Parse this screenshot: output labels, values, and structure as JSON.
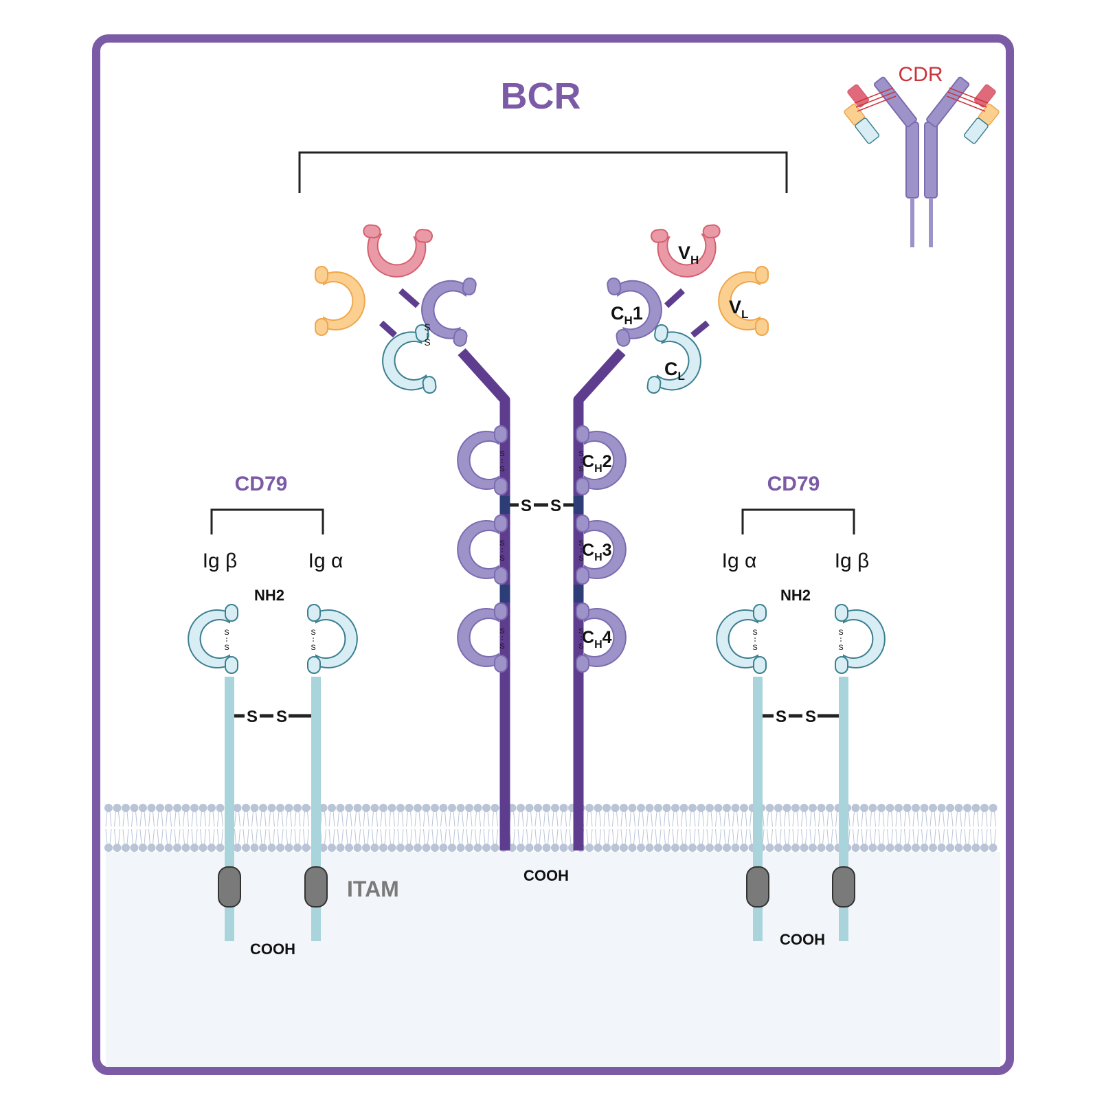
{
  "title": "BCR",
  "inset": {
    "label": "CDR"
  },
  "domains": {
    "vh": {
      "main": "V",
      "sub": "H"
    },
    "vl": {
      "main": "V",
      "sub": "L"
    },
    "ch1": {
      "main": "C",
      "sub": "H",
      "num": "1"
    },
    "cl": {
      "main": "C",
      "sub": "L"
    },
    "ch2": {
      "main": "C",
      "sub": "H",
      "num": "2"
    },
    "ch3": {
      "main": "C",
      "sub": "H",
      "num": "3"
    },
    "ch4": {
      "main": "C",
      "sub": "H",
      "num": "4"
    }
  },
  "disulfide": {
    "s1": "S",
    "s2": "S",
    "small": "S"
  },
  "cd79_left": {
    "title": "CD79",
    "chain1": "Ig β",
    "chain2": "Ig α",
    "nterm": "NH2",
    "cterm": "COOH"
  },
  "cd79_right": {
    "title": "CD79",
    "chain1": "Ig α",
    "chain2": "Ig β",
    "nterm": "NH2",
    "cterm": "COOH"
  },
  "bcr_cterm": "COOH",
  "itam": "ITAM",
  "colors": {
    "frame": "#7b5aa6",
    "heavy": "#9e93c9",
    "heavy_stroke": "#7c6bb0",
    "stalk": "#5e3d8f",
    "hinge": "#2d3d78",
    "vh": "#ea9aa7",
    "vh_stroke": "#d4606f",
    "vl": "#fbcf8f",
    "vl_stroke": "#f0a64b",
    "cl": "#d8eef4",
    "cl_stroke": "#3b7f8f",
    "cd79_stem": "#a9d4dc",
    "itam": "#7a7a7a",
    "cytoplasm": "#f2f6fa",
    "lipid": "#b9c4d6",
    "cdr_red": "#c9343b"
  }
}
